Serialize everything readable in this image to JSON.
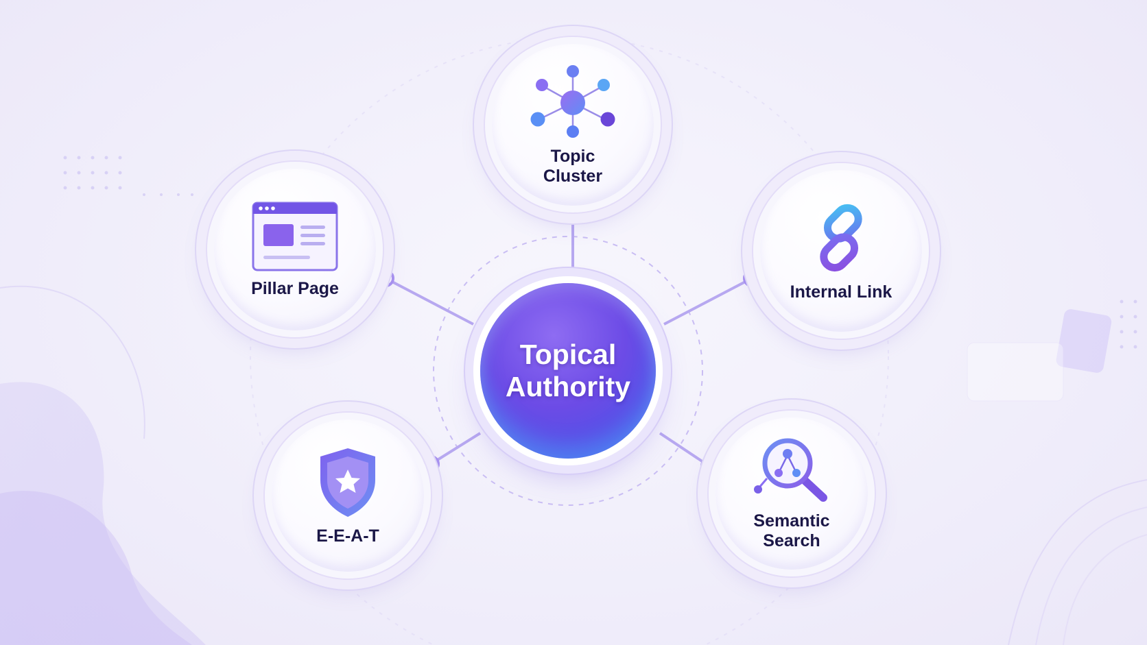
{
  "diagram": {
    "center": {
      "label": "Topical\nAuthority",
      "icon": ""
    },
    "nodes": [
      {
        "id": "topic-cluster",
        "label": "Topic\nCluster",
        "icon": "network-cluster-icon"
      },
      {
        "id": "pillar-page",
        "label": "Pillar Page",
        "icon": "web-page-icon"
      },
      {
        "id": "internal-link",
        "label": "Internal Link",
        "icon": "chain-link-icon"
      },
      {
        "id": "eeat",
        "label": "E-E-A-T",
        "icon": "shield-star-icon"
      },
      {
        "id": "semantic-search",
        "label": "Semantic\nSearch",
        "icon": "magnifier-network-icon"
      }
    ],
    "edges": [
      {
        "from": "center",
        "to": "topic-cluster"
      },
      {
        "from": "center",
        "to": "pillar-page"
      },
      {
        "from": "center",
        "to": "internal-link"
      },
      {
        "from": "center",
        "to": "eeat"
      },
      {
        "from": "center",
        "to": "semantic-search"
      }
    ]
  },
  "colors": {
    "accent_purple": "#7b5cf0",
    "accent_blue": "#4f8ef5",
    "accent_cyan": "#4fc3f7",
    "label_text": "#1b1747",
    "connector": "#b7a8f0"
  }
}
